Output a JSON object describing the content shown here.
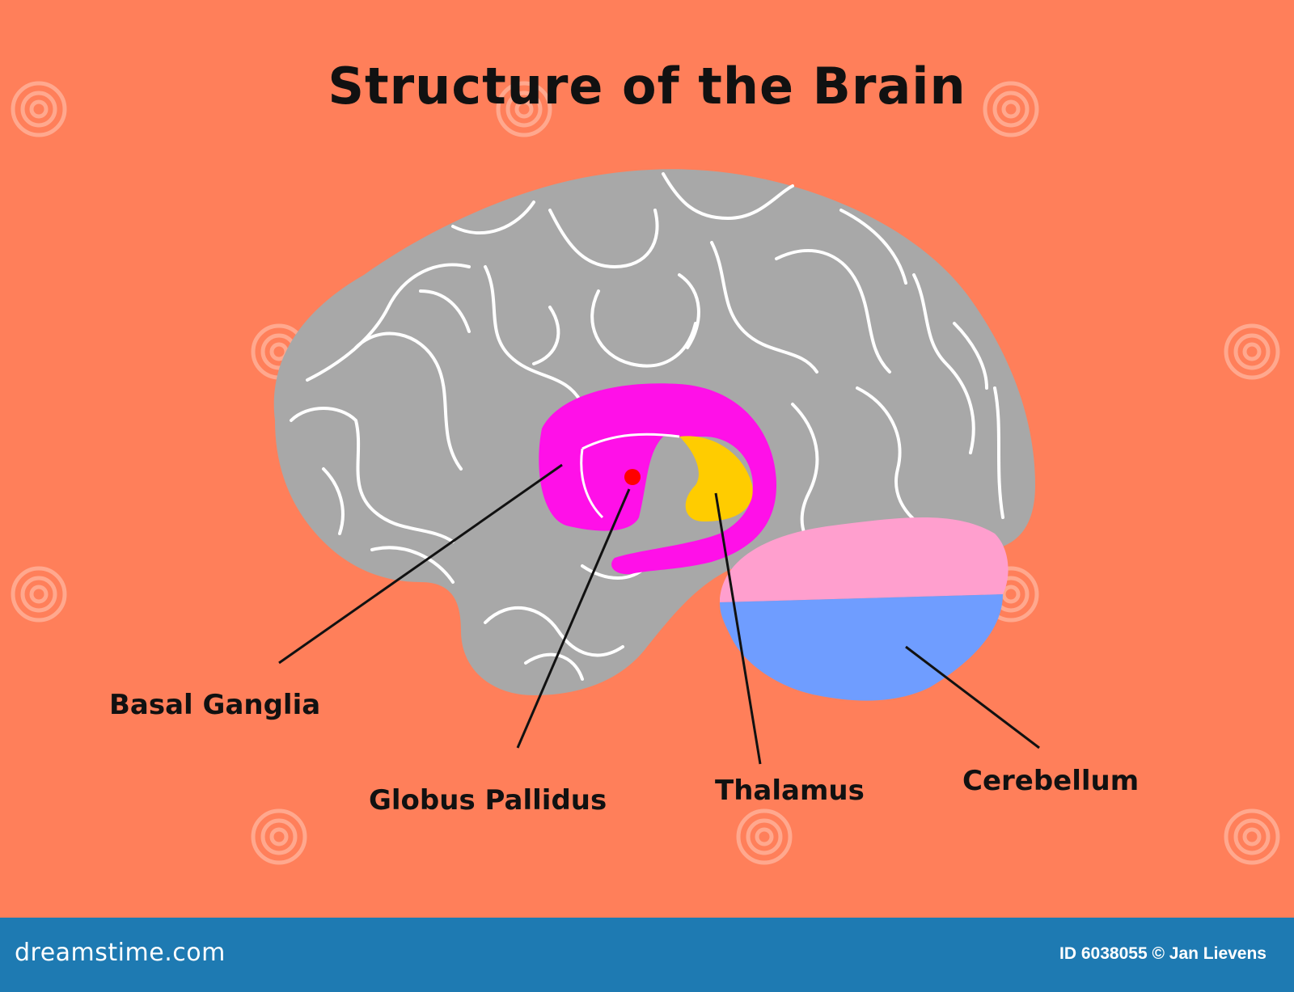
{
  "title": "Structure of the Brain",
  "labels": {
    "basal_ganglia": "Basal Ganglia",
    "globus_pallidus": "Globus Pallidus",
    "thalamus": "Thalamus",
    "cerebellum": "Cerebellum"
  },
  "footer": {
    "site": "dreamstime.com",
    "image_credit": "ID 6038055 © Jan Lievens"
  },
  "colors": {
    "background": "#ff7f5a",
    "brain": "#a8a8a8",
    "basal_ganglia": "#ff10e8",
    "thalamus": "#ffcc00",
    "globus_pallidus_dot": "#ff0000",
    "cerebellum_top": "#ff9fce",
    "cerebellum_bottom": "#6f9dff",
    "footer": "#1e7ab2"
  }
}
